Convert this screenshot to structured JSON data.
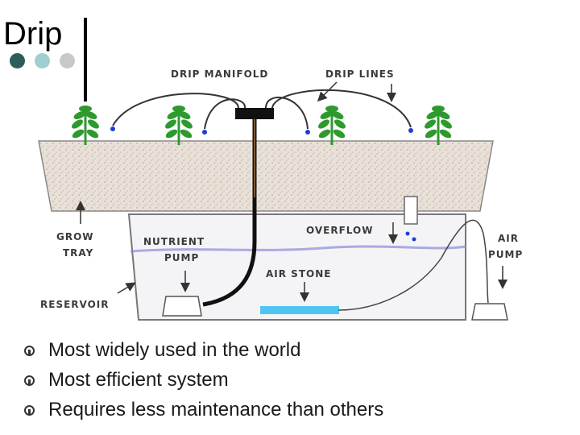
{
  "slide": {
    "title": "Drip",
    "dot_colors": [
      "#2e5e5a",
      "#9fcfcf",
      "#c8c8c8"
    ]
  },
  "diagram": {
    "labels": {
      "drip_manifold": "DRIP MANIFOLD",
      "drip_lines": "DRIP LINES",
      "grow_tray_1": "GROW",
      "grow_tray_2": "TRAY",
      "nutrient_pump_1": "NUTRIENT",
      "nutrient_pump_2": "PUMP",
      "overflow": "OVERFLOW",
      "air_stone": "AIR STONE",
      "air_pump_1": "AIR",
      "air_pump_2": "PUMP",
      "reservoir": "RESERVOIR"
    },
    "colors": {
      "plant": "#2e9a2e",
      "tray_fill": "#e9e1d8",
      "water_line": "#8a8ad8",
      "air_stone": "#4fc6f2",
      "drip": "#1d3fd1"
    }
  },
  "bullets": [
    "Most widely used in the world",
    "Most efficient system",
    "Requires less maintenance than others"
  ]
}
